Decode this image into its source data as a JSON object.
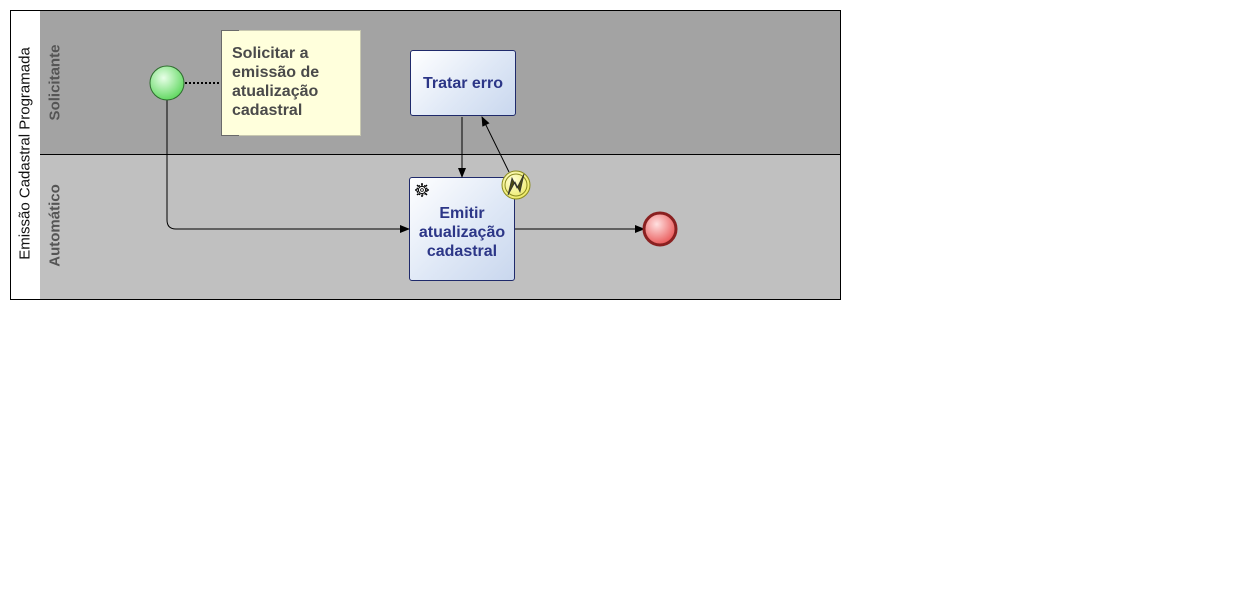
{
  "pool": {
    "label": "Emissão Cadastral Programada"
  },
  "lanes": [
    {
      "label": "Solicitante",
      "color": "#a3a3a3"
    },
    {
      "label": "Automático",
      "color": "#c0c0c0"
    }
  ],
  "annotation": {
    "lines": [
      "Solicitar a",
      "emissão de",
      "atualização",
      "cadastral"
    ]
  },
  "tasks": {
    "tratar_erro": {
      "label": "Tratar erro"
    },
    "emitir": {
      "lines": [
        "Emitir",
        "atualização",
        "cadastral"
      ],
      "icon": "gear-icon"
    }
  },
  "events": {
    "start": {
      "type": "start-event",
      "color": "#7ee07e"
    },
    "end": {
      "type": "end-event",
      "color": "#f07070"
    },
    "boundary": {
      "type": "error-boundary-event",
      "icon": "lightning-icon",
      "color": "#f2ee70"
    }
  }
}
